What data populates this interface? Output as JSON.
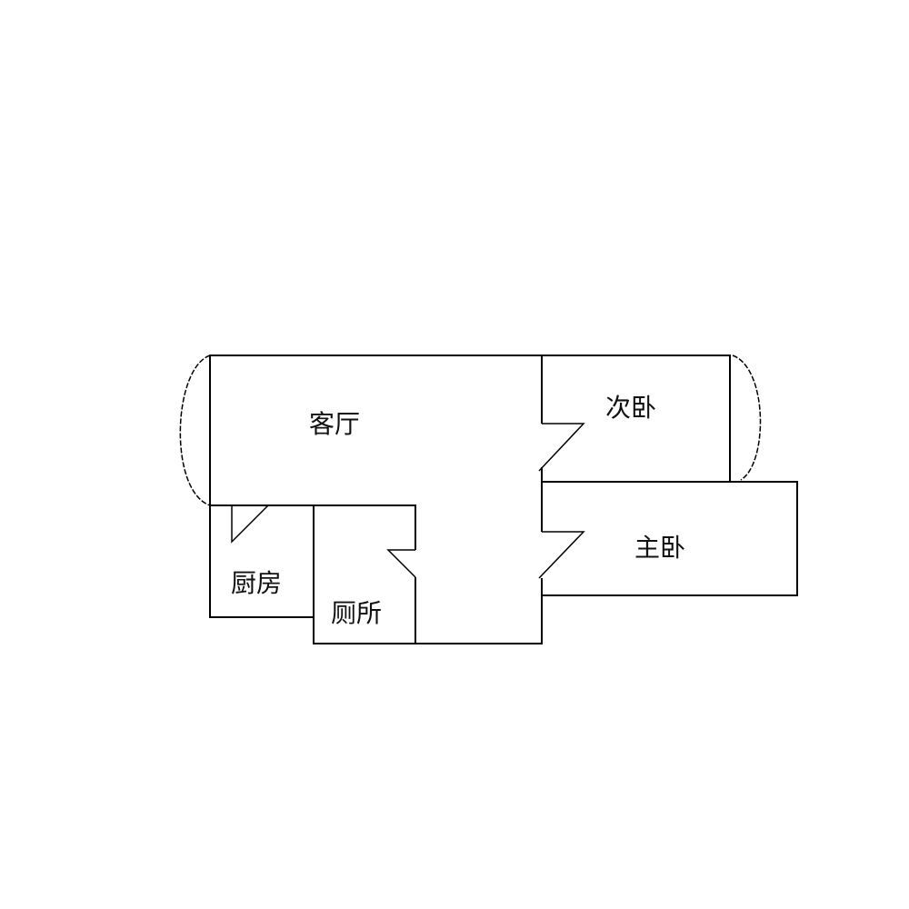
{
  "rooms": {
    "living_room": "客厅",
    "second_bedroom": "次卧",
    "master_bedroom": "主卧",
    "kitchen": "厨房",
    "toilet": "厕所"
  },
  "colors": {
    "line": "#000000",
    "background": "#ffffff"
  }
}
